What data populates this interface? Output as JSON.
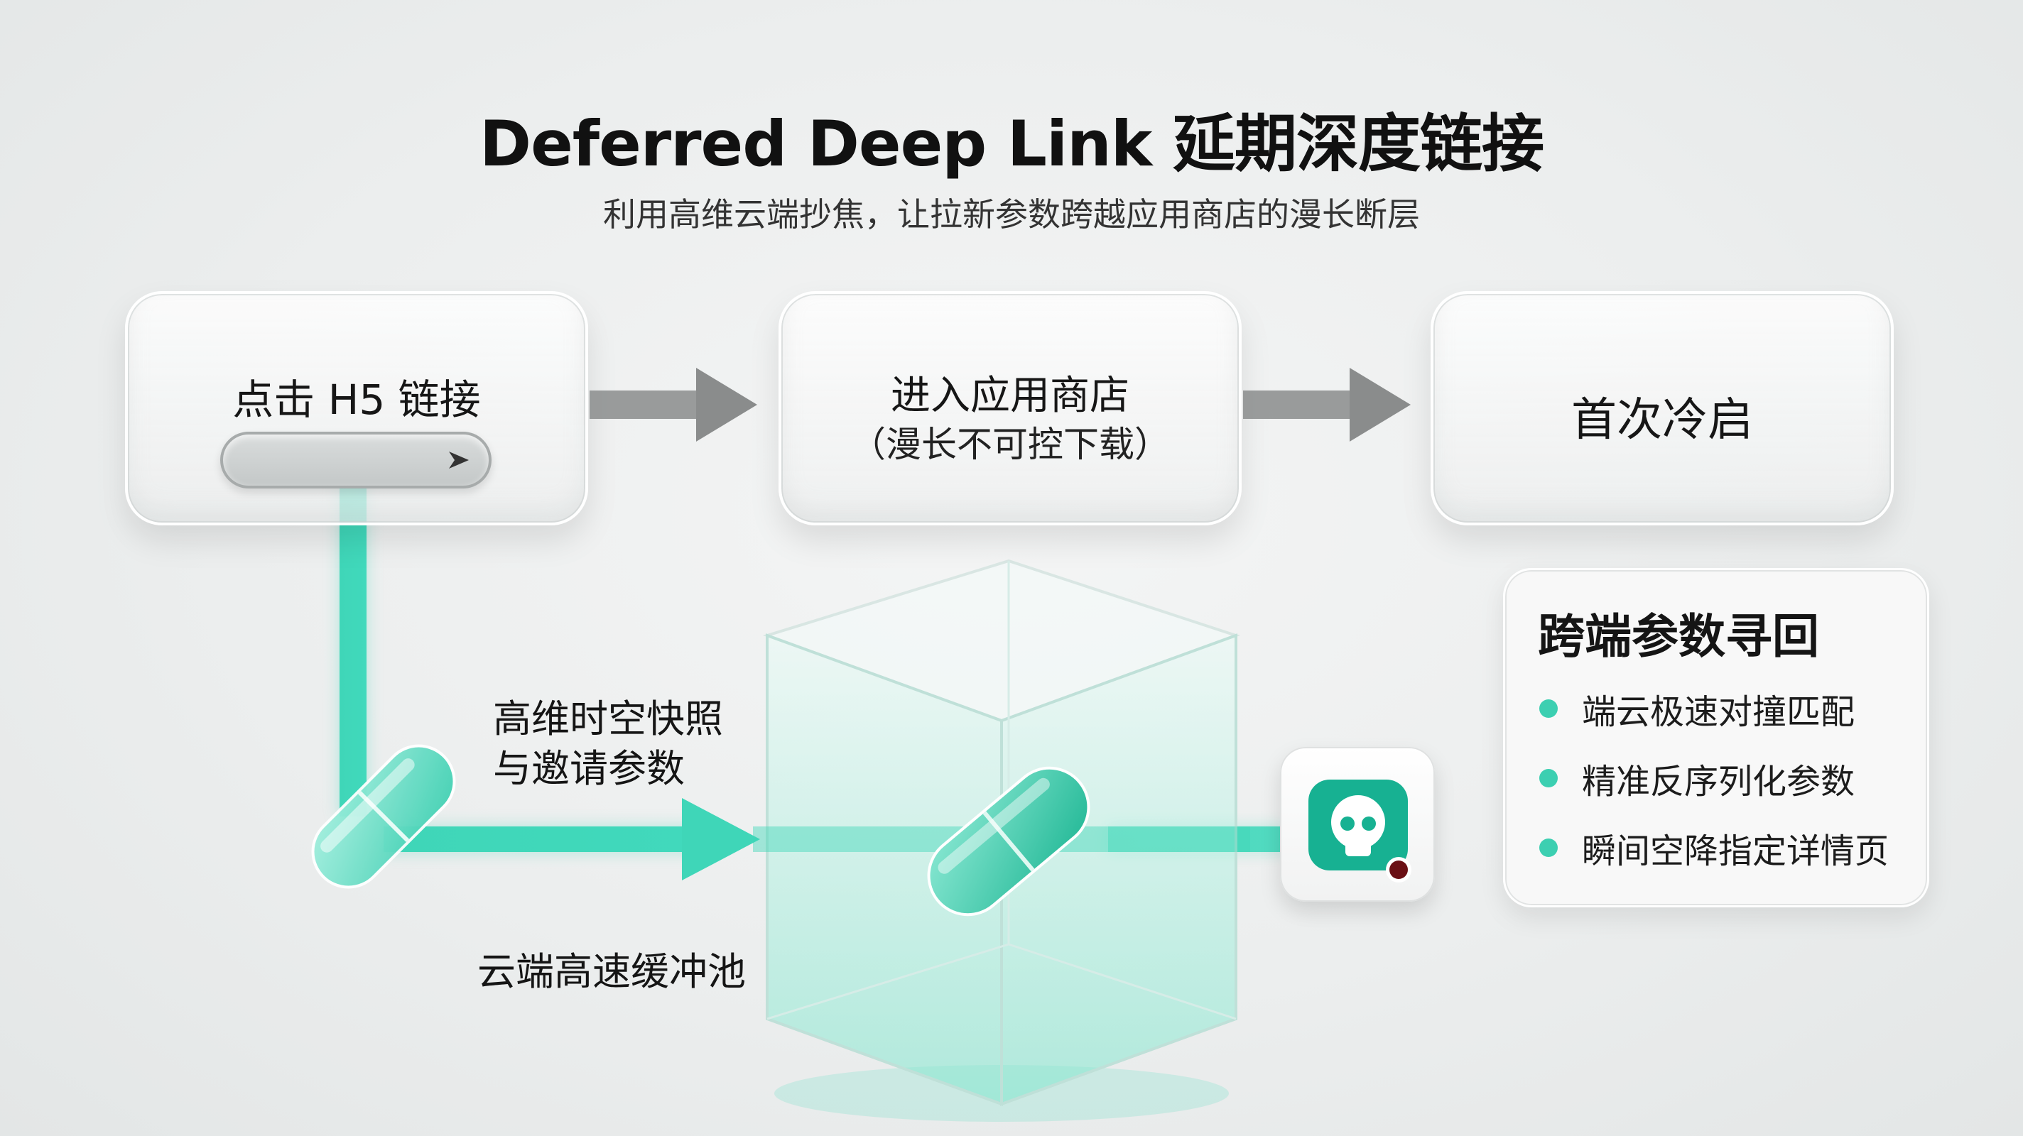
{
  "title": "Deferred Deep Link 延期深度链接",
  "subtitle": "利用高维云端抄焦，让拉新参数跨越应用商店的漫长断层",
  "steps": [
    {
      "label": "点击 H5 链接"
    },
    {
      "label": "进入应用商店",
      "sub": "（漫长不可控下载）"
    },
    {
      "label": "首次冷启"
    }
  ],
  "snapshot_label": [
    "高维时空快照",
    "与邀请参数"
  ],
  "cache_label": "云端高速缓冲池",
  "recovery": {
    "title": "跨端参数寻回",
    "items": [
      "端云极速对撞匹配",
      "精准反序列化参数",
      "瞬间空降指定详情页"
    ]
  },
  "colors": {
    "accent": "#3fd6b8",
    "arrow_gray": "#8a8c8c",
    "app_icon": "#17b192"
  }
}
